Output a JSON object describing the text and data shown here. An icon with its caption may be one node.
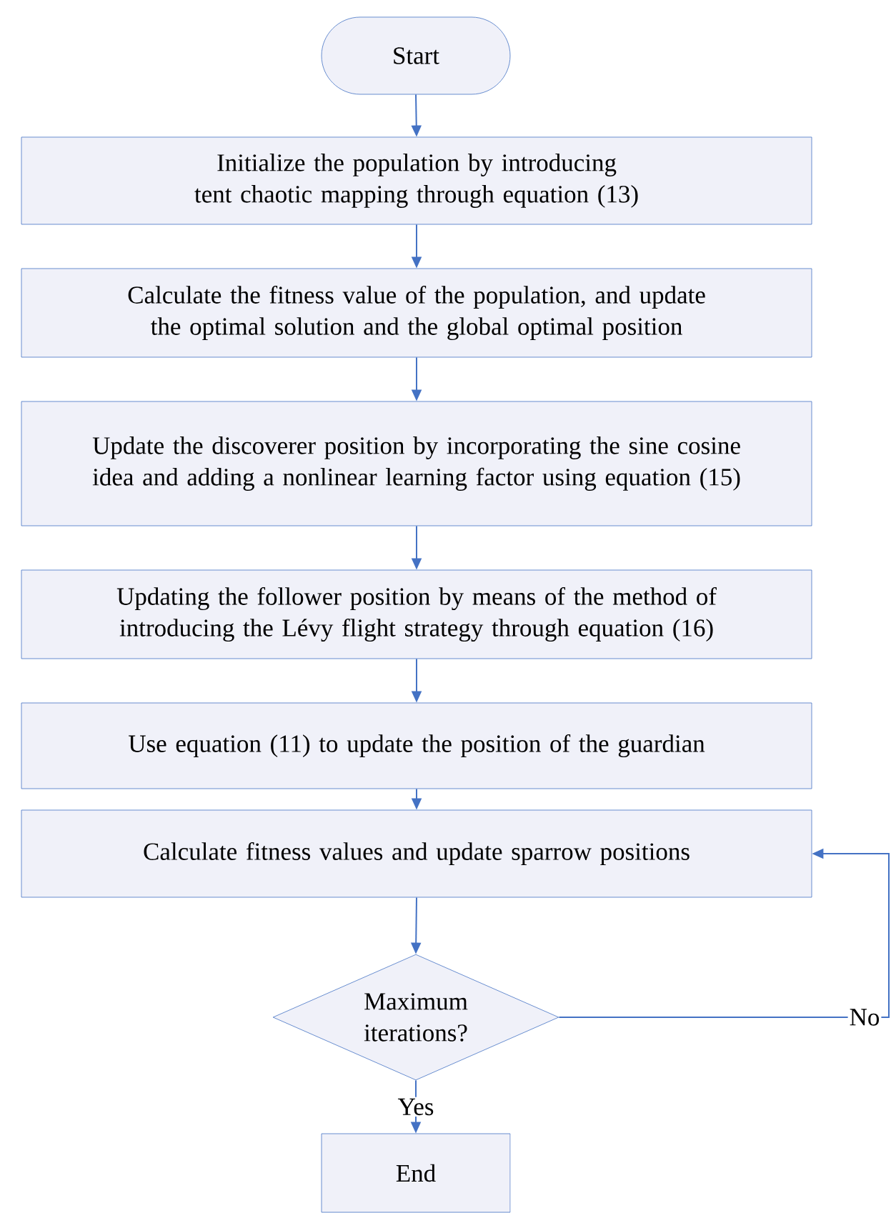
{
  "diagram": {
    "nodes": [
      {
        "text": [
          "Start"
        ]
      },
      {
        "text": [
          "Initialize the population by introducing tent chaotic mapping through equation (13)"
        ]
      },
      {
        "text": [
          "Calculate the fitness value of the population, and update the optimal solution and the global optimal position"
        ]
      },
      {
        "text": [
          "Update the discoverer position by incorporating the sine cosine idea and adding a nonlinear learning factor using equation (15)"
        ]
      },
      {
        "text": [
          "Updating the follower position by means of the method of introducing the Lévy flight strategy through equation (16)"
        ]
      },
      {
        "text": [
          "Use equation (11) to update the position of the guardian"
        ]
      },
      {
        "text": [
          "Calculate fitness values and update sparrow positions"
        ]
      },
      {
        "text": [
          "Maximum iterations?"
        ]
      },
      {
        "text": [
          "End"
        ]
      }
    ],
    "edges": [
      {
        "from": 0,
        "to": 1,
        "arrow": "to"
      },
      {
        "from": 1,
        "to": 2,
        "arrow": "to"
      },
      {
        "from": 2,
        "to": 3,
        "arrow": "to"
      },
      {
        "from": 3,
        "to": 4,
        "arrow": "to"
      },
      {
        "from": 4,
        "to": 5,
        "arrow": "to"
      },
      {
        "from": 5,
        "to": 6,
        "arrow": "to"
      },
      {
        "from": 6,
        "to": 7,
        "arrow": "to"
      },
      {
        "from": 7,
        "to": 8,
        "arrow": "to",
        "label": "Yes"
      },
      {
        "from": 7,
        "to": 6,
        "arrow": "to",
        "label": "No"
      }
    ]
  }
}
